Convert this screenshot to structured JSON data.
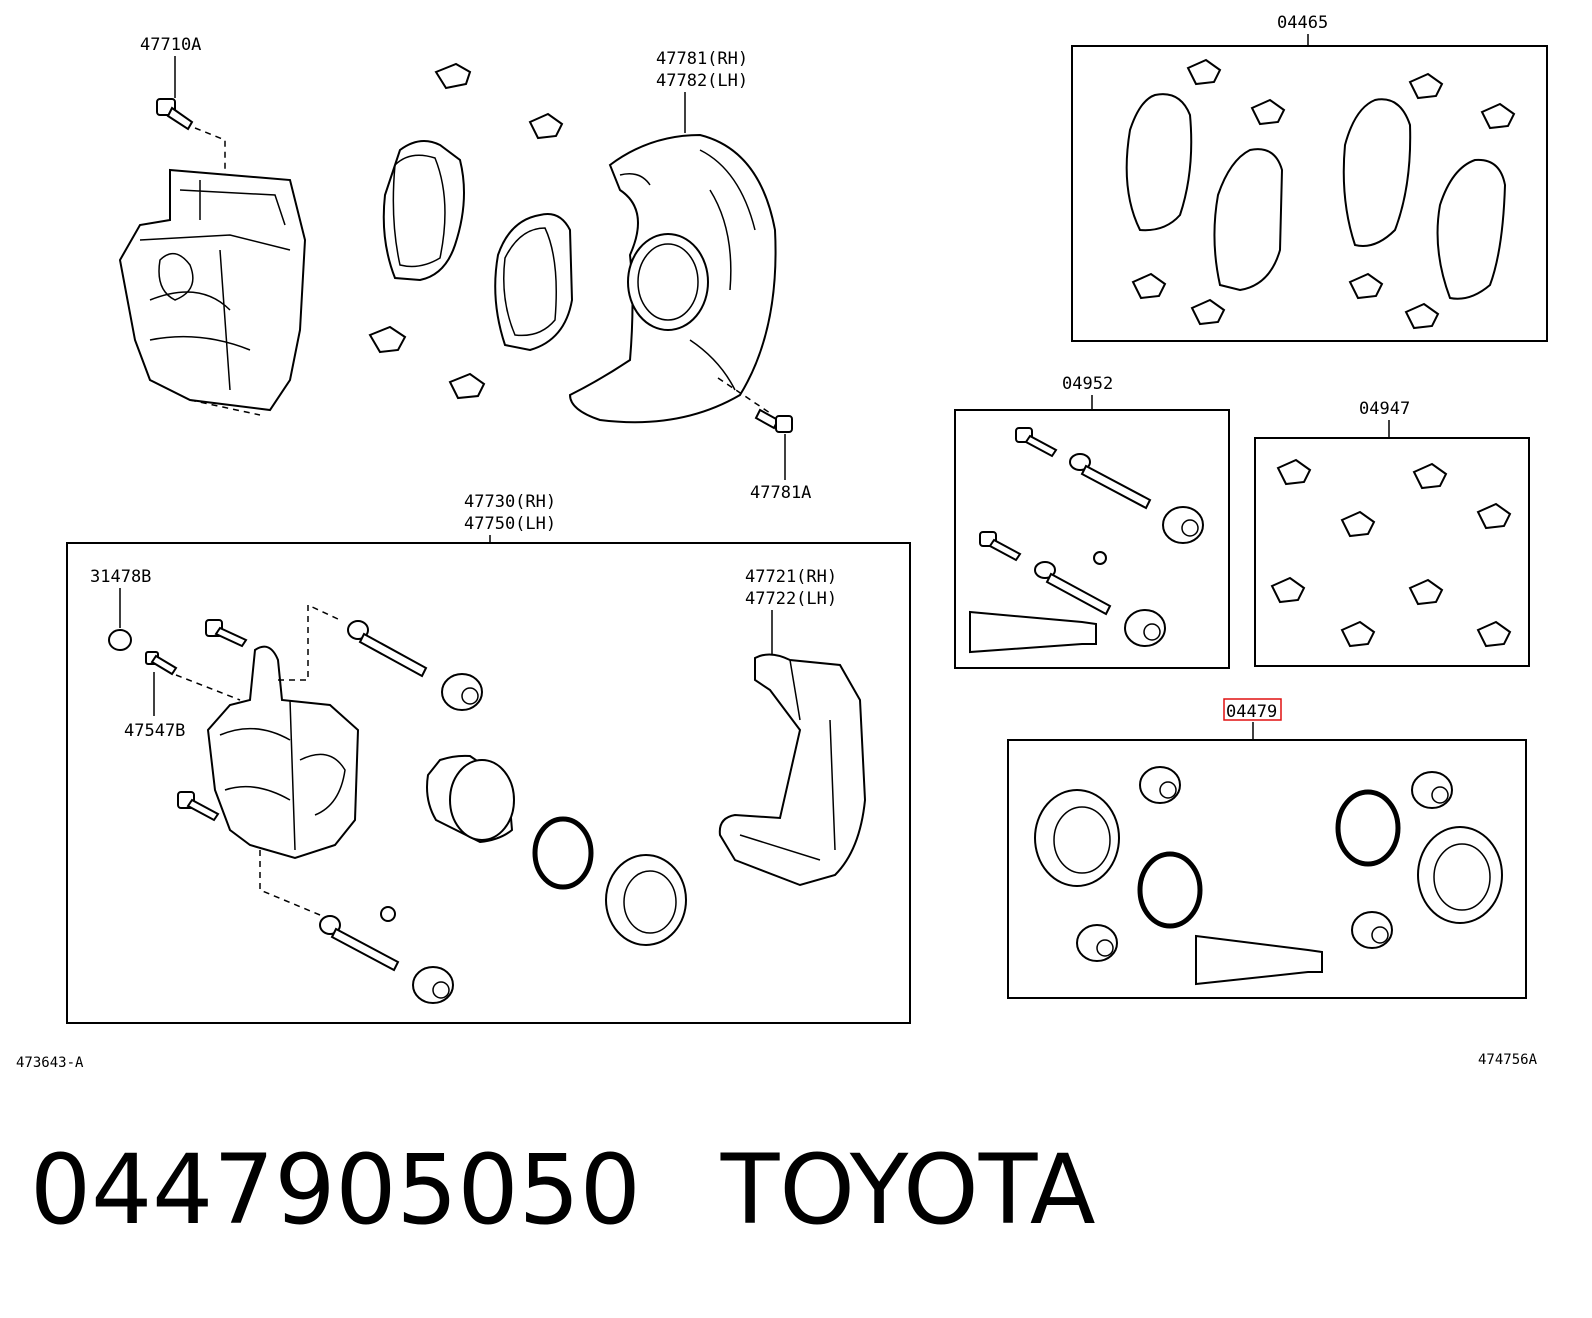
{
  "labels": {
    "bolt_47710a": "47710A",
    "shield_rh": "47781(RH)",
    "shield_lh": "47782(LH)",
    "bolt_47781a": "47781A",
    "pad_kit": "04465",
    "slide_kit": "04952",
    "clip_kit": "04947",
    "seal_kit": "04479",
    "caliper_rh": "47730(RH)",
    "caliper_lh": "47750(LH)",
    "cap_31478b": "31478B",
    "bleeder_47547b": "47547B",
    "mount_rh": "47721(RH)",
    "mount_lh": "47722(LH)",
    "ref_left": "473643-A",
    "ref_right": "474756A"
  },
  "highlighted_label": "04479",
  "colors": {
    "highlight": "#e01010",
    "line": "#000000"
  },
  "caption": {
    "part_number": "0447905050",
    "brand": "TOYOTA"
  }
}
